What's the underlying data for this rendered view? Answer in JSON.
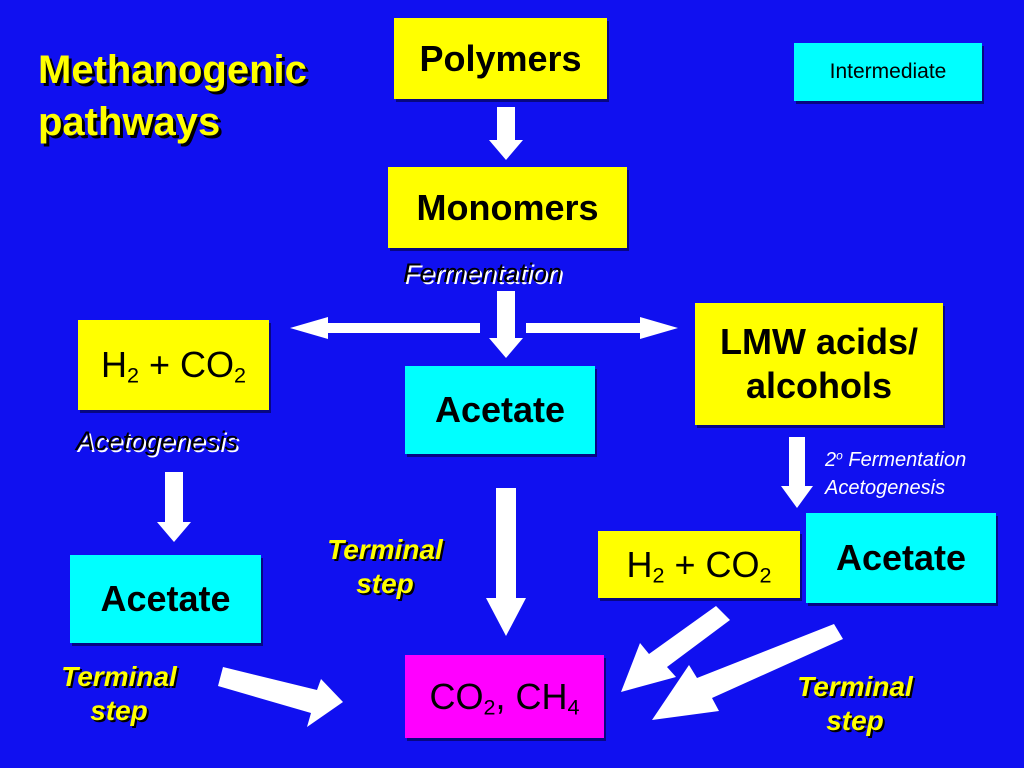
{
  "title_line1": "Methanogenic",
  "title_line2": "pathways",
  "legend_label": "Intermediate",
  "nodes": {
    "polymers": "Polymers",
    "monomers": "Monomers",
    "h2co2_left": {
      "h": "H",
      "h_sub": "2",
      "plus": " + CO",
      "co_sub": "2"
    },
    "acetate_center": "Acetate",
    "lmw_line1": "LMW acids/",
    "lmw_line2": "alcohols",
    "acetate_left": "Acetate",
    "h2co2_right": {
      "h": "H",
      "h_sub": "2",
      "plus": " + CO",
      "co_sub": "2"
    },
    "acetate_right": "Acetate",
    "product": {
      "co": "CO",
      "co_sub": "2",
      "comma": ", CH",
      "ch_sub": "4"
    }
  },
  "labels": {
    "fermentation": "Fermentation",
    "acetogenesis": "Acetogenesis",
    "secondary_fermentation": {
      "num": "2",
      "sup": "o",
      "text": " Fermentation"
    },
    "secondary_acetogenesis": "Acetogenesis",
    "terminal_line1": "Terminal",
    "terminal_line2": "step"
  },
  "colors": {
    "background": "#1010f0",
    "intermediate": "#00ffff",
    "substrate": "#ffff00",
    "product": "#ff00ff",
    "arrow": "#ffffff",
    "title": "#ffff00"
  }
}
